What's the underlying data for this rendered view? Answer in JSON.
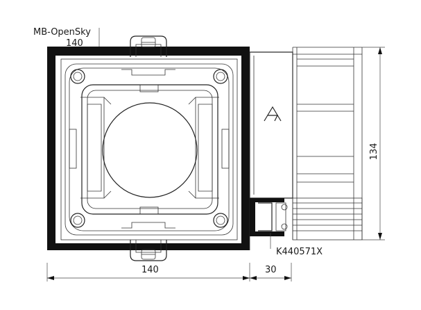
{
  "drawing": {
    "product_label": "MB-OpenSky",
    "top_dim": "140",
    "bottom_dim_main": "140",
    "bottom_dim_side": "30",
    "right_dim": "134",
    "part_code": "K440571X",
    "logo_letter": "A"
  }
}
